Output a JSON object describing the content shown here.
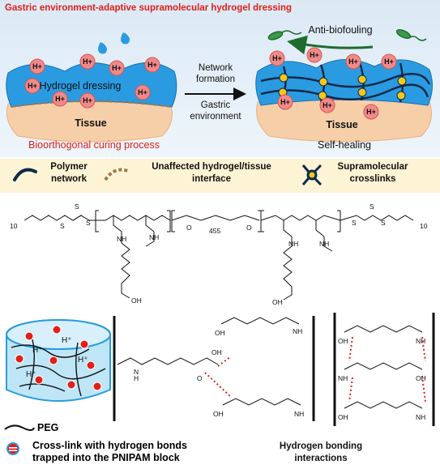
{
  "panel_title": "Gastric environment-adaptive supramolecular hydrogel dressing",
  "left_panel": {
    "hydrogel_label": "Hydrogel dressing",
    "tissue_label": "Tissue",
    "process_label": "Bioorthogonal curing process",
    "ion_label": "H⁺"
  },
  "arrow": {
    "top_line1": "Network",
    "top_line2": "formation",
    "bottom_line1": "Gastric",
    "bottom_line2": "environment"
  },
  "right_panel": {
    "anti_label": "Anti-biofouling",
    "tissue_label": "Tissue",
    "healing_label": "Self-healing"
  },
  "legend": {
    "polymer_line1": "Polymer",
    "polymer_line2": "network",
    "interface_line1": "Unaffected hydrogel/tissue",
    "interface_line2": "interface",
    "crosslink_line1": "Supramolecular",
    "crosslink_line2": "crosslinks"
  },
  "structure": {
    "n10_left": "10",
    "n455": "455",
    "n10_right": "10",
    "s": "S",
    "o": "O",
    "oh": "OH",
    "nh": "NH",
    "n": "N",
    "h": "H"
  },
  "bottom": {
    "peg_label": "PEG",
    "crosslink_line1": "Cross-link with hydrogen bonds",
    "crosslink_line2": "trapped into the PNIPAM block",
    "hbond_line1": "Hydrogen bonding",
    "hbond_line2": "interactions"
  },
  "colors": {
    "accent_red": "#e0201b",
    "hydrogel_blue": "#2a9be0",
    "tissue": "#f4c9a0",
    "panel_bg": "#dbe9f5",
    "legend_bg": "#fdf3d5",
    "network_dark": "#0d2a4a",
    "crosslink_yellow": "#f3c81a"
  }
}
